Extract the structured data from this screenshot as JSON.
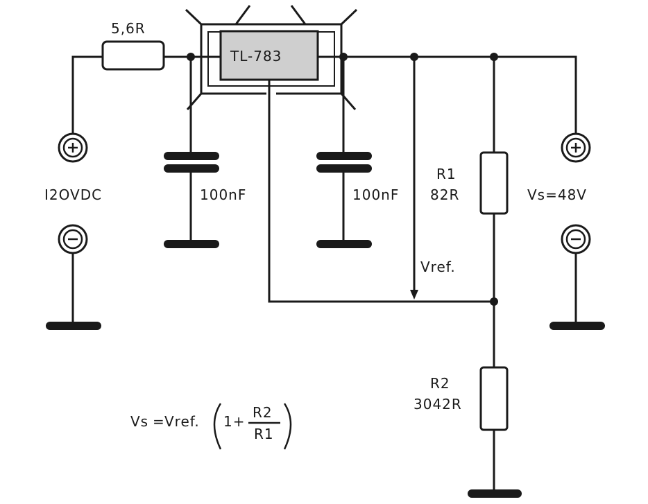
{
  "labels": {
    "resistor_in": "5,6R",
    "ic": "TL-783",
    "input_voltage": "I2OVDC",
    "cap1": "100nF",
    "cap2": "100nF",
    "r1_name": "R1",
    "r1_value": "82R",
    "r2_name": "R2",
    "r2_value": "3042R",
    "vref": "Vref.",
    "vout": "Vs=48V"
  },
  "formula": {
    "lhs": "Vs",
    "eq": "=",
    "vref": "Vref.",
    "one_plus": "1+",
    "numerator": "R2",
    "denominator": "R1"
  },
  "terminals": {
    "plus_symbol": "+",
    "minus_symbol": "−"
  },
  "colors": {
    "ink": "#1a1a1a",
    "ic_fill": "#cfcfcf",
    "paper": "#ffffff"
  }
}
